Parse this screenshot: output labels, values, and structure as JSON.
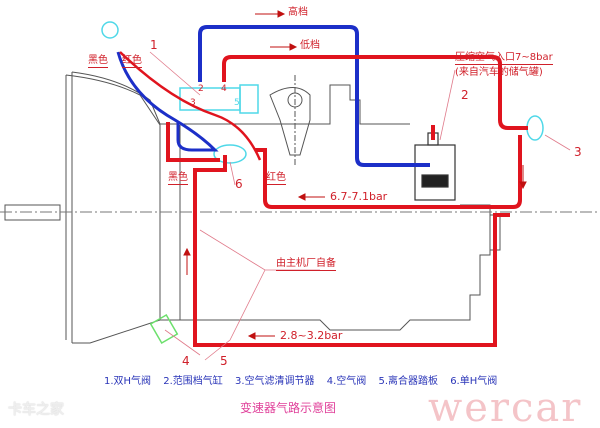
{
  "labels": {
    "high_gear": "高档",
    "low_gear": "低档",
    "black_top": "黑色",
    "red_top": "红色",
    "black_bottom": "黑色",
    "red_bottom": "红色",
    "inlet": "压缩空气入口7~8bar",
    "inlet_source": "(来自汽车的储气罐)",
    "pressure_high": "6.7-7.1bar",
    "pressure_low": "2.8~3.2bar",
    "oem_supplied": "由主机厂自备",
    "n1": "1",
    "n2": "2",
    "n3": "3",
    "n4": "4",
    "n5": "5",
    "n6": "6",
    "v2": "2",
    "v3": "3",
    "v4": "4",
    "v5": "5"
  },
  "legend": [
    "1.双H气阀",
    "2.范围档气缸",
    "3.空气滤清调节器",
    "4.空气阀",
    "5.离合器踏板",
    "6.单H气阀"
  ],
  "title": "变速器气路示意图",
  "watermark": "wercar",
  "logo": "卡车之家",
  "colors": {
    "red_line": "#e0141e",
    "blue_line": "#1c2fc8",
    "component": "#4fd8e8",
    "outline": "#555555"
  }
}
